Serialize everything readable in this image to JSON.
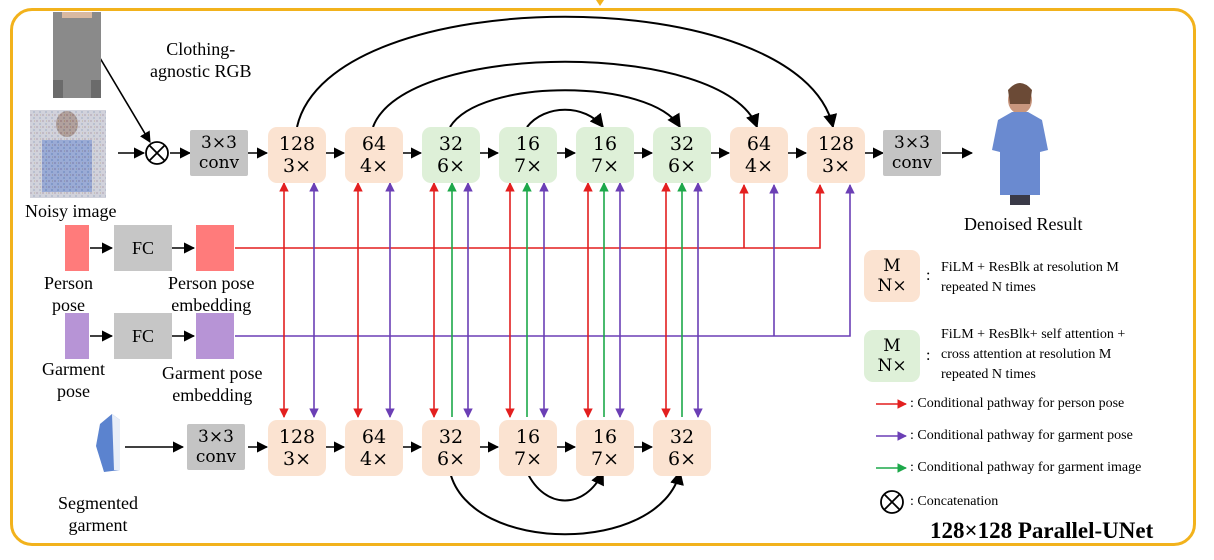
{
  "inputs": {
    "clothing_agnostic": "Clothing-\nagnostic RGB",
    "noisy_image": "Noisy image",
    "person_pose": "Person\npose",
    "person_pose_embedding": "Person pose\nembedding",
    "garment_pose": "Garment\npose",
    "garment_pose_embedding": "Garment pose\nembedding",
    "segmented_garment": "Segmented\ngarment",
    "denoised_result": "Denoised Result"
  },
  "fc_label": "FC",
  "conv": {
    "top_in": [
      "3×3",
      "conv"
    ],
    "top_out": [
      "3×3",
      "conv"
    ],
    "bottom_in": [
      "3×3",
      "conv"
    ]
  },
  "top_blocks": [
    {
      "res": "128",
      "rep": "3×"
    },
    {
      "res": "64",
      "rep": "4×"
    },
    {
      "res": "32",
      "rep": "6×"
    },
    {
      "res": "16",
      "rep": "7×"
    },
    {
      "res": "16",
      "rep": "7×"
    },
    {
      "res": "32",
      "rep": "6×"
    },
    {
      "res": "64",
      "rep": "4×"
    },
    {
      "res": "128",
      "rep": "3×"
    }
  ],
  "bottom_blocks": [
    {
      "res": "128",
      "rep": "3×"
    },
    {
      "res": "64",
      "rep": "4×"
    },
    {
      "res": "32",
      "rep": "6×"
    },
    {
      "res": "16",
      "rep": "7×"
    },
    {
      "res": "16",
      "rep": "7×"
    },
    {
      "res": "32",
      "rep": "6×"
    }
  ],
  "legend": {
    "film_block": {
      "m": "M",
      "n": "N×",
      "colon": ":",
      "text": "FiLM + ResBlk at resolution M\nrepeated N times"
    },
    "attn_block": {
      "m": "M",
      "n": "N×",
      "colon": ":",
      "text": "FiLM + ResBlk+ self attention +\ncross attention at resolution M\nrepeated N times"
    },
    "red_path": ": Conditional pathway for person pose",
    "purple_path": ": Conditional pathway for garment pose",
    "green_path": ": Conditional pathway for garment image",
    "concat": ": Concatenation"
  },
  "title": "128×128 Parallel-UNet",
  "colors": {
    "frame": "#f2b21c",
    "peach": "#fbe3d1",
    "green": "#def0d8",
    "person_pose": "#ff7b7b",
    "garment_pose": "#b794d6",
    "red_arrow": "#e31f1f",
    "purple_arrow": "#6b3fb5",
    "green_arrow": "#1da84a"
  }
}
